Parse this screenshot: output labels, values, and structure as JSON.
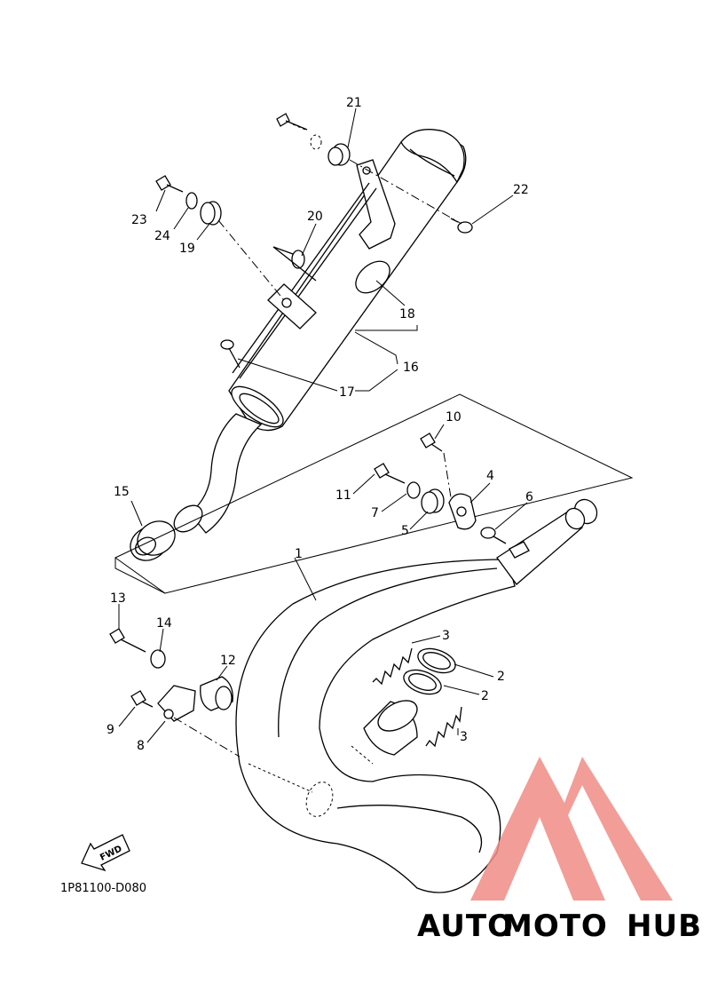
{
  "diagram": {
    "code": "1P81100-D080",
    "fwd_label": "FWD",
    "callouts": [
      "1",
      "2",
      "2",
      "3",
      "3",
      "4",
      "5",
      "6",
      "7",
      "8",
      "9",
      "10",
      "11",
      "12",
      "13",
      "14",
      "15",
      "16",
      "17",
      "18",
      "19",
      "20",
      "21",
      "22",
      "23",
      "24"
    ]
  },
  "watermark": {
    "part1": "AUTO",
    "part2": "MOTO",
    "part3": "HUB",
    "colors": {
      "auto": "#f5c9a6",
      "moto": "#f2a09a",
      "hub": "#8a8a8a",
      "logo": "#f08c86"
    }
  }
}
